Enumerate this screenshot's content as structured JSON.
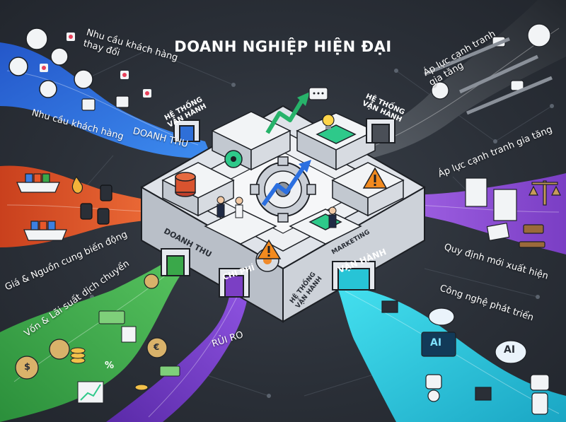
{
  "title": "DOANH NGHIỆP HIỆN ĐẠI",
  "labels": {
    "customer_demand_change": "Nhu cầu khách hàng\nthay đổi",
    "customer_demand": "Nhu cầu khách hàng",
    "revenue_stream": "DOANH THU",
    "supply_price": "Giá & Nguồn cung biến động",
    "capital_interest": "Vốn & Lãi suất dịch chuyển",
    "risk": "RỦI RO",
    "competition_top": "Áp lực cạnh tranh\ngia tăng",
    "competition": "Áp lực cạnh tranh gia tăng",
    "regulation": "Quy định mới xuất hiện",
    "technology": "Công nghệ phát triển"
  },
  "plates": {
    "ops_system_left": "HỆ THỐNG\nVẬN HÀNH",
    "ops_system_right": "HỆ THỐNG\nVẬN HÀNH",
    "revenue": "DOANH THU",
    "cost": "CHI PHÍ",
    "marketing": "MARKETING",
    "operations": "VẬN HÀNH",
    "ops_system_bottom": "HỆ THỐNG\nVẬN HÀNH"
  },
  "badges": {
    "ai_left": "AI",
    "ai_right": "AI",
    "euro": "€",
    "dollar": "$",
    "percent": "%"
  },
  "colors": {
    "background": "#2b3038",
    "customer_stream": "#2f6fd8",
    "supply_stream": "#e8572a",
    "capital_stream": "#3aa84a",
    "risk_stream": "#7b3fc4",
    "competition_stream": "#4a4f57",
    "regulation_stream": "#8a4cc8",
    "technology_stream": "#27c4d6",
    "platform": "#e6e9ee"
  }
}
